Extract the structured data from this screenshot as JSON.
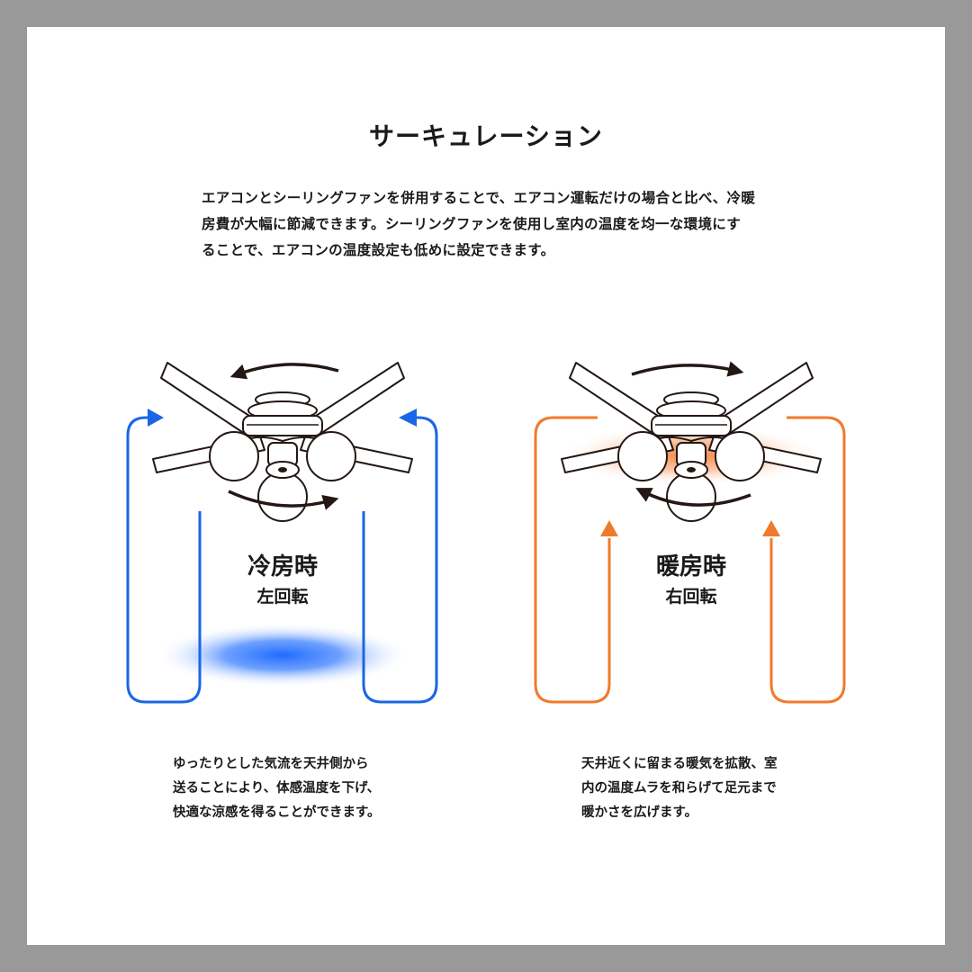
{
  "title": "サーキュレーション",
  "intro": {
    "lines": [
      "エアコンとシーリングファンを併用することで、エアコン運転だけの場合と比べ、冷暖",
      "房費が大幅に節減できます。シーリングファンを使用し室内の温度を均一な環境にす",
      "ることで、エアコンの温度設定も低めに設定できます。"
    ]
  },
  "modes": [
    {
      "label": "冷房時",
      "rotation": "左回転",
      "color": "#1a66e6",
      "glow": "#1f6bff",
      "caption_lines": [
        "ゆったりとした気流を天井側から",
        "送ることにより、体感温度を下げ、",
        "快適な涼感を得ることができます。"
      ]
    },
    {
      "label": "暖房時",
      "rotation": "右回転",
      "color": "#f07a2c",
      "glow": "#f47a32",
      "caption_lines": [
        "天井近くに留まる暖気を拡散、室",
        "内の温度ムラを和らげて足元まで",
        "暖かさを広げます。"
      ]
    }
  ],
  "colors": {
    "frame": "#999999",
    "background": "#ffffff",
    "text": "#1a1a1a"
  },
  "icons": [
    "ceiling-fan-icon",
    "rotation-arrow-icon",
    "airflow-arrow-icon"
  ]
}
